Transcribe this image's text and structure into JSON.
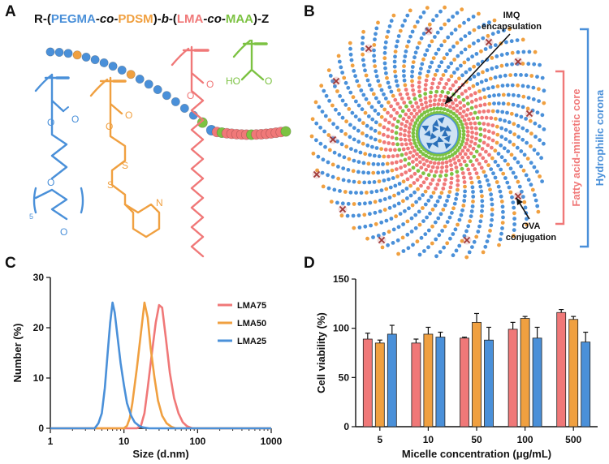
{
  "colors": {
    "pegma": "#4a90d9",
    "pdsm": "#f0a040",
    "lma": "#f07878",
    "maa": "#7cc242",
    "lma75": "#f07878",
    "lma50": "#f0a040",
    "lma25": "#4a90d9"
  },
  "panel_a": {
    "letter": "A",
    "formula": [
      {
        "text": "R-(",
        "color": "#111111",
        "italic": false
      },
      {
        "text": "PEGMA",
        "color": "#4a90d9",
        "italic": false
      },
      {
        "text": "-co-",
        "color": "#111111",
        "italic": true
      },
      {
        "text": "PDSM",
        "color": "#f0a040",
        "italic": false
      },
      {
        "text": ")-",
        "color": "#111111",
        "italic": false
      },
      {
        "text": "b",
        "color": "#111111",
        "italic": true
      },
      {
        "text": "-(",
        "color": "#111111",
        "italic": false
      },
      {
        "text": "LMA",
        "color": "#f07878",
        "italic": false
      },
      {
        "text": "-co-",
        "color": "#111111",
        "italic": true
      },
      {
        "text": "MAA",
        "color": "#7cc242",
        "italic": false
      },
      {
        "text": ")-Z",
        "color": "#111111",
        "italic": false
      }
    ],
    "atom_o": "O",
    "atom_s": "S",
    "atom_n": "N",
    "atom_ho": "HO",
    "subscript_5": "5"
  },
  "panel_b": {
    "letter": "B",
    "imq_label": [
      "IMQ",
      "encapsulation"
    ],
    "ova_label": [
      "OVA",
      "conjugation"
    ],
    "core_label": "Fatty acid-mimetic core",
    "corona_label": "Hydrophilic corona"
  },
  "panel_c": {
    "letter": "C"
  },
  "panel_d": {
    "letter": "D"
  },
  "chart_data": [
    {
      "type": "line",
      "xlabel": "Size (d.nm)",
      "ylabel": "Number (%)",
      "xscale": "log",
      "xlim": [
        1,
        1000
      ],
      "ylim": [
        0,
        30
      ],
      "xticks": [
        1,
        10,
        100,
        1000
      ],
      "xtick_labels": [
        "1",
        "10",
        "100",
        "1000"
      ],
      "yticks": [
        0,
        10,
        20,
        30
      ],
      "ytick_labels": [
        "0",
        "10",
        "20",
        "30"
      ],
      "legend_position": "right",
      "series": [
        {
          "name": "LMA75",
          "color": "#f07878",
          "x": [
            1,
            15,
            17,
            19,
            21,
            24,
            27,
            30,
            33,
            37,
            42,
            48,
            55,
            63,
            72,
            85,
            100,
            1000
          ],
          "y": [
            0,
            0,
            0.5,
            3,
            8,
            15,
            21,
            24.5,
            24,
            18,
            11,
            6,
            3,
            1.2,
            0.4,
            0,
            0,
            0
          ]
        },
        {
          "name": "LMA50",
          "color": "#f0a040",
          "x": [
            1,
            10,
            11,
            12,
            13,
            15,
            17,
            19,
            21,
            23,
            26,
            29,
            33,
            38,
            44,
            50,
            60,
            1000
          ],
          "y": [
            0,
            0,
            0.5,
            2,
            5,
            12,
            19,
            25,
            22,
            16,
            10,
            5.5,
            2.5,
            1,
            0.3,
            0,
            0,
            0
          ]
        },
        {
          "name": "LMA25",
          "color": "#4a90d9",
          "x": [
            1,
            4,
            4.5,
            5,
            5.5,
            6,
            6.5,
            7,
            7.5,
            8.2,
            9,
            10,
            11,
            12.5,
            14,
            16,
            18,
            22,
            1000
          ],
          "y": [
            0,
            0,
            1,
            3,
            8,
            15,
            21,
            25,
            23,
            18,
            13,
            8.5,
            5,
            2.5,
            1.2,
            0.5,
            0.2,
            0,
            0
          ]
        }
      ]
    },
    {
      "type": "bar",
      "xlabel": "Micelle concentration (μg/mL)",
      "ylabel": "Cell viability (%)",
      "ylim": [
        0,
        150
      ],
      "yticks": [
        0,
        50,
        100,
        150
      ],
      "ytick_labels": [
        "0",
        "50",
        "100",
        "150"
      ],
      "categories": [
        "5",
        "10",
        "50",
        "100",
        "500"
      ],
      "series": [
        {
          "name": "LMA75",
          "color": "#f07878",
          "values": [
            89,
            85,
            90,
            99,
            116
          ],
          "errors": [
            6,
            4,
            1,
            7,
            3
          ]
        },
        {
          "name": "LMA50",
          "color": "#f0a040",
          "values": [
            85,
            94,
            106,
            110,
            109
          ],
          "errors": [
            3,
            7,
            9,
            2,
            3
          ]
        },
        {
          "name": "LMA25",
          "color": "#4a90d9",
          "values": [
            94,
            91,
            88,
            90,
            86
          ],
          "errors": [
            9,
            5,
            13,
            11,
            10
          ]
        }
      ]
    }
  ]
}
